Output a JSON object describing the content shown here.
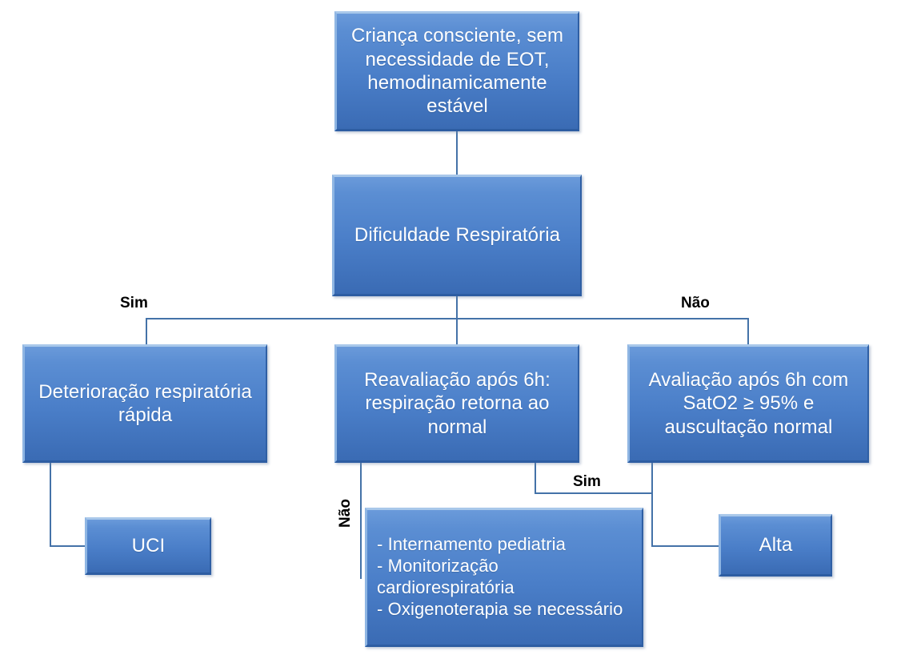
{
  "diagram": {
    "title_text_language": "pt",
    "colors": {
      "node_fill_top": "#6a9ada",
      "node_fill_bottom": "#3a6bb4",
      "node_text": "#ffffff",
      "connector": "#4472a8",
      "label_text": "#000000",
      "background": "#ffffff"
    },
    "nodes": [
      {
        "id": "root",
        "text": "Criança consciente, sem necessidade de EOT, hemodinamicamente estável",
        "font_size": 24
      },
      {
        "id": "decision-resp",
        "text": "Dificuldade Respiratória",
        "font_size": 24
      },
      {
        "id": "deterioration",
        "text": "Deterioração respiratória rápida",
        "font_size": 24
      },
      {
        "id": "reassess-6h",
        "text": "Reavaliação após 6h: respiração retorna ao normal",
        "font_size": 24
      },
      {
        "id": "assess-sat",
        "text": "Avaliação após 6h com SatO2 ≥ 95% e auscultação normal",
        "font_size": 24
      },
      {
        "id": "uci",
        "text": "UCI",
        "font_size": 24
      },
      {
        "id": "admission",
        "text": "- Internamento pediatria\n- Monitorização cardiorespiratória\n- Oxigenoterapia se necessário",
        "font_size": 22
      },
      {
        "id": "discharge",
        "text": "Alta",
        "font_size": 24
      }
    ],
    "branch_labels": [
      {
        "id": "sim-left",
        "text": "Sim",
        "font_size": 19,
        "rotated": false
      },
      {
        "id": "nao-right",
        "text": "Não",
        "font_size": 19,
        "rotated": false
      },
      {
        "id": "nao-bottom",
        "text": "Não",
        "font_size": 19,
        "rotated": true
      },
      {
        "id": "sim-bottom",
        "text": "Sim",
        "font_size": 19,
        "rotated": false
      }
    ]
  }
}
